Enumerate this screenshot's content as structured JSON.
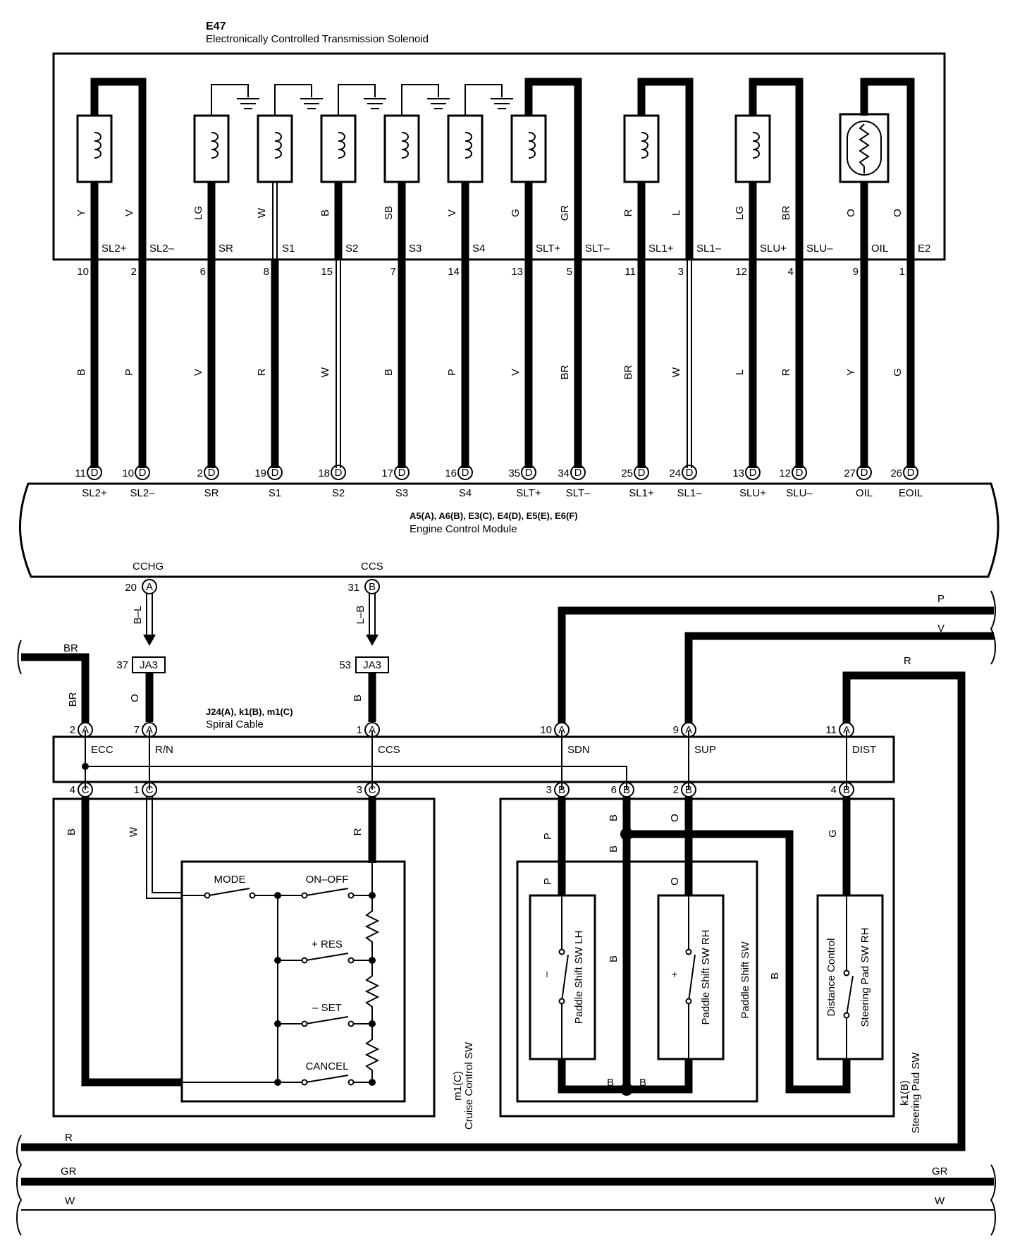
{
  "solenoid": {
    "id": "E47",
    "name": "Electronically Controlled Transmission Solenoid",
    "coils": [
      "SL2",
      "SR",
      "S1",
      "S2",
      "S3",
      "S4",
      "SLT",
      "SL1",
      "SLU",
      "OIL"
    ]
  },
  "columns": [
    {
      "upper": "Y",
      "term": "SL2+",
      "epin": "10",
      "lower": "B",
      "ecm_pin": "11",
      "ecm_conn": "D",
      "ecm_term": "SL2+"
    },
    {
      "upper": "V",
      "term": "SL2–",
      "epin": "2",
      "lower": "P",
      "ecm_pin": "10",
      "ecm_conn": "D",
      "ecm_term": "SL2–"
    },
    {
      "upper": "LG",
      "term": "SR",
      "epin": "6",
      "lower": "V",
      "ecm_pin": "2",
      "ecm_conn": "D",
      "ecm_term": "SR"
    },
    {
      "upper": "W",
      "term": "S1",
      "epin": "8",
      "lower": "R",
      "ecm_pin": "19",
      "ecm_conn": "D",
      "ecm_term": "S1"
    },
    {
      "upper": "B",
      "term": "S2",
      "epin": "15",
      "lower": "W",
      "ecm_pin": "18",
      "ecm_conn": "D",
      "ecm_term": "S2"
    },
    {
      "upper": "SB",
      "term": "S3",
      "epin": "7",
      "lower": "B",
      "ecm_pin": "17",
      "ecm_conn": "D",
      "ecm_term": "S3"
    },
    {
      "upper": "V",
      "term": "S4",
      "epin": "14",
      "lower": "P",
      "ecm_pin": "16",
      "ecm_conn": "D",
      "ecm_term": "S4"
    },
    {
      "upper": "G",
      "term": "SLT+",
      "epin": "13",
      "lower": "V",
      "ecm_pin": "35",
      "ecm_conn": "D",
      "ecm_term": "SLT+"
    },
    {
      "upper": "GR",
      "term": "SLT–",
      "epin": "5",
      "lower": "BR",
      "ecm_pin": "34",
      "ecm_conn": "D",
      "ecm_term": "SLT–"
    },
    {
      "upper": "R",
      "term": "SL1+",
      "epin": "11",
      "lower": "BR",
      "ecm_pin": "25",
      "ecm_conn": "D",
      "ecm_term": "SL1+"
    },
    {
      "upper": "L",
      "term": "SL1–",
      "epin": "3",
      "lower": "W",
      "ecm_pin": "24",
      "ecm_conn": "D",
      "ecm_term": "SL1–"
    },
    {
      "upper": "LG",
      "term": "SLU+",
      "epin": "12",
      "lower": "L",
      "ecm_pin": "13",
      "ecm_conn": "D",
      "ecm_term": "SLU+"
    },
    {
      "upper": "BR",
      "term": "SLU–",
      "epin": "4",
      "lower": "R",
      "ecm_pin": "12",
      "ecm_conn": "D",
      "ecm_term": "SLU–"
    },
    {
      "upper": "O",
      "term": "OIL",
      "epin": "9",
      "lower": "Y",
      "ecm_pin": "27",
      "ecm_conn": "D",
      "ecm_term": "OIL"
    },
    {
      "upper": "O",
      "term": "E2",
      "epin": "1",
      "lower": "G",
      "ecm_pin": "26",
      "ecm_conn": "D",
      "ecm_term": "EOIL"
    }
  ],
  "ecm": {
    "connectors": "A5(A), A6(B), E3(C), E4(D), E5(E), E6(F)",
    "name": "Engine Control Module",
    "cchg": {
      "term": "CCHG",
      "pin": "20",
      "conn": "A",
      "wire": "B–L"
    },
    "ccs": {
      "term": "CCS",
      "pin": "31",
      "conn": "B",
      "wire": "L–B"
    }
  },
  "junctions": {
    "left": {
      "pin": "37",
      "name": "JA3",
      "wire_below": "O"
    },
    "right": {
      "pin": "53",
      "name": "JA3",
      "wire_below": "B"
    }
  },
  "harness_right": {
    "p": "P",
    "v": "V",
    "r": "R"
  },
  "spiral": {
    "connectors": "J24(A), k1(B), m1(C)",
    "name": "Spiral Cable",
    "left_wire": "BR",
    "top_pins": [
      {
        "pin": "2",
        "conn": "A",
        "term": "ECC"
      },
      {
        "pin": "7",
        "conn": "A",
        "term": "R/N"
      },
      {
        "pin": "1",
        "conn": "A",
        "term": "CCS"
      },
      {
        "pin": "10",
        "conn": "A",
        "term": "SDN"
      },
      {
        "pin": "9",
        "conn": "A",
        "term": "SUP"
      },
      {
        "pin": "11",
        "conn": "A",
        "term": "DIST"
      }
    ],
    "bottom_pins": [
      {
        "pin": "4",
        "conn": "C"
      },
      {
        "pin": "1",
        "conn": "C"
      },
      {
        "pin": "3",
        "conn": "C"
      },
      {
        "pin": "3",
        "conn": "B"
      },
      {
        "pin": "6",
        "conn": "B"
      },
      {
        "pin": "2",
        "conn": "B"
      },
      {
        "pin": "4",
        "conn": "B"
      }
    ]
  },
  "cruise": {
    "conn": "m1(C)",
    "name": "Cruise Control SW",
    "wires": {
      "b": "B",
      "w": "W",
      "r": "R"
    },
    "switches": [
      "MODE",
      "ON–OFF",
      "+ RES",
      "– SET",
      "CANCEL"
    ]
  },
  "steering": {
    "conn": "k1(B)",
    "name": "Steering Pad SW",
    "wires": {
      "p1": "P",
      "b1": "B",
      "b2": "B",
      "o1": "O",
      "g1": "G",
      "p2": "P",
      "o2": "O",
      "bmid": "B",
      "bright": "B",
      "bl": "B",
      "br": "B"
    },
    "paddle_group": "Paddle Shift SW",
    "lh_sign": "–",
    "lh": "Paddle Shift SW LH",
    "rh_sign": "+",
    "rh": "Paddle Shift SW RH",
    "dist1": "Distance Control",
    "dist2": "Steering Pad SW RH"
  },
  "bottom_harness": {
    "r": "R",
    "gr_left": "GR",
    "gr_right": "GR",
    "w_left": "W",
    "w_right": "W"
  }
}
